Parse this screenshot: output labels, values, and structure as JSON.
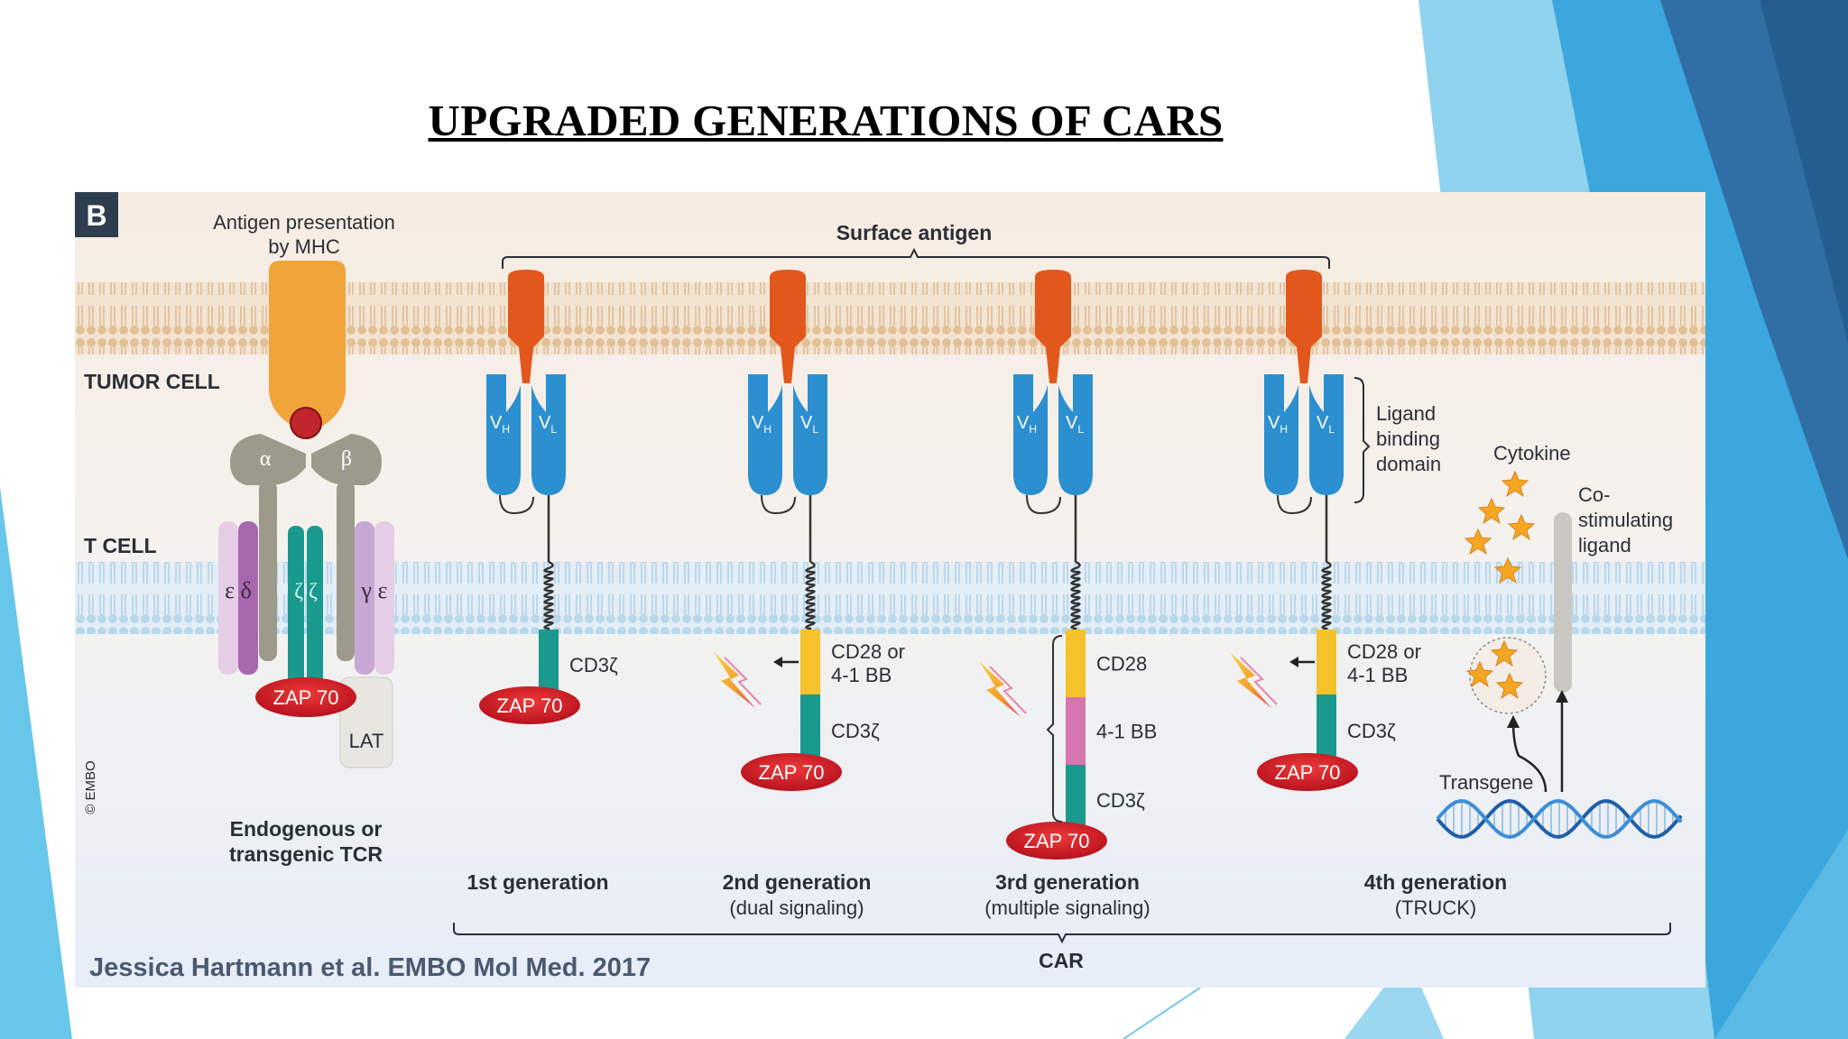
{
  "slide": {
    "title": "UPGRADED GENERATIONS OF CARS",
    "credit": "Jessica Hartmann et al. EMBO Mol Med. 2017"
  },
  "figure": {
    "panel_letter": "B",
    "embo_mark": "© EMBO",
    "antigen_presentation": [
      "Antigen presentation",
      "by MHC"
    ],
    "surface_antigen": "Surface antigen",
    "tumor_cell": "TUMOR CELL",
    "t_cell": "T CELL",
    "tcr": {
      "alpha": "α",
      "beta": "β",
      "eps_delta": "ε δ",
      "zeta_zeta": "ζ ζ",
      "gamma_eps": "γ ε",
      "zap70": "ZAP 70",
      "lat": "LAT",
      "caption": [
        "Endogenous or",
        "transgenic TCR"
      ]
    },
    "vh": "V",
    "vh_sub": "H",
    "vl": "V",
    "vl_sub": "L",
    "ligand_binding_domain": [
      "Ligand",
      "binding",
      "domain"
    ],
    "cytokine": "Cytokine",
    "costim_ligand": [
      "Co-",
      "stimulating",
      "ligand"
    ],
    "transgene": "Transgene",
    "domains": {
      "cd3z": "CD3ζ",
      "cd28_or_41bb": [
        "CD28 or",
        "4-1 BB"
      ],
      "cd28": "CD28",
      "bb41": "4-1 BB",
      "zap70": "ZAP 70"
    },
    "generations": [
      {
        "name": "1st generation",
        "sub": ""
      },
      {
        "name": "2nd generation",
        "sub": "(dual signaling)"
      },
      {
        "name": "3rd generation",
        "sub": "(multiple signaling)"
      },
      {
        "name": "4th generation",
        "sub": "(TRUCK)"
      }
    ],
    "car_label": "CAR",
    "colors": {
      "antigen": "#e2581c",
      "scfv": "#2b8fd0",
      "cd3z": "#1a9a8e",
      "cd28": "#f5c22b",
      "bb41": "#d676b0",
      "zap70": "#d21f2a",
      "tcr_chain": "#9d9a8c",
      "membrane": "#e8c9a3",
      "tcell_membrane": "#bcd9ec"
    }
  }
}
